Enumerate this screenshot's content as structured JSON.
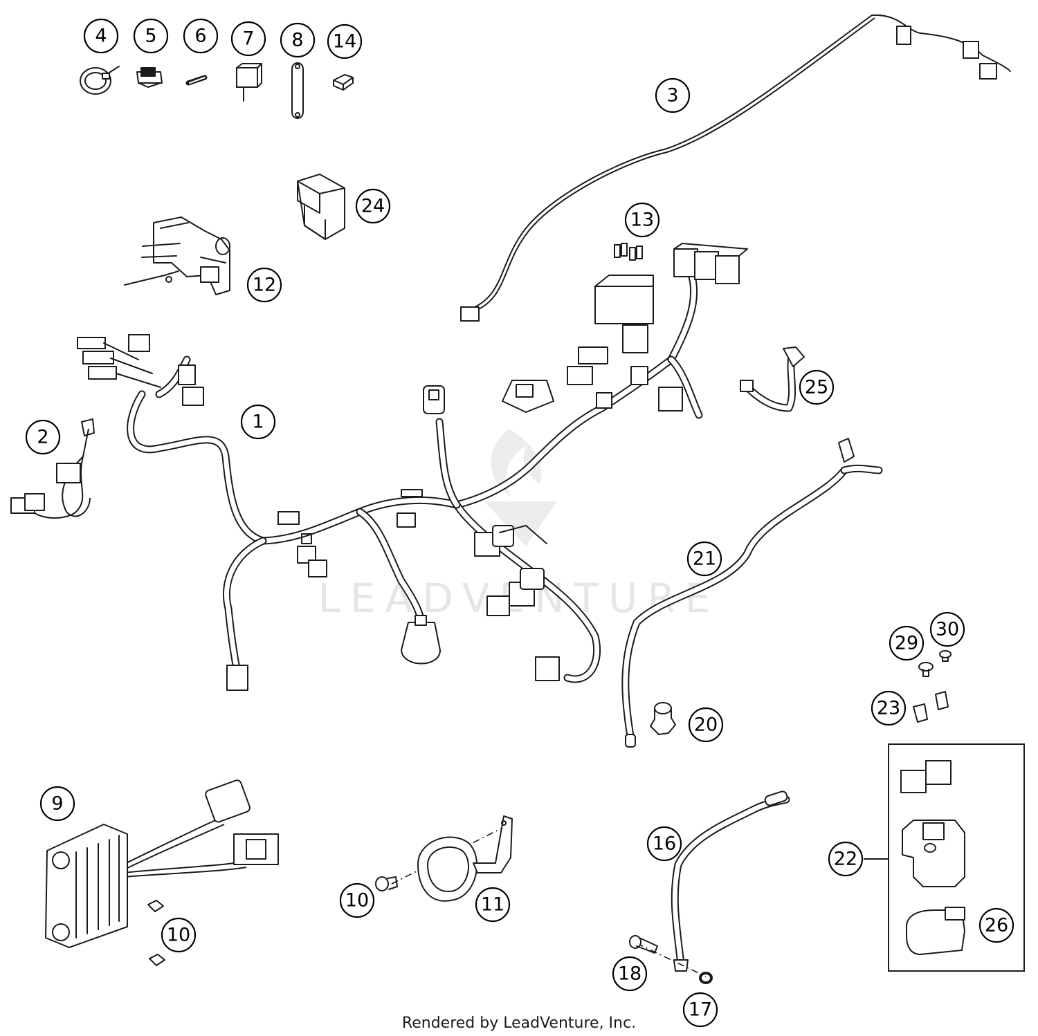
{
  "diagram": {
    "callouts": {
      "c1": "1",
      "c2": "2",
      "c3": "3",
      "c4": "4",
      "c5": "5",
      "c6": "6",
      "c7": "7",
      "c8": "8",
      "c9": "9",
      "c10a": "10",
      "c10b": "10",
      "c11": "11",
      "c12": "12",
      "c13": "13",
      "c14": "14",
      "c16": "16",
      "c17": "17",
      "c18": "18",
      "c20": "20",
      "c21": "21",
      "c22": "22",
      "c23": "23",
      "c24": "24",
      "c25": "25",
      "c26": "26",
      "c29": "29",
      "c30": "30"
    },
    "watermark": "LEADVENTURE",
    "footer": "Rendered by LeadVenture, Inc."
  }
}
